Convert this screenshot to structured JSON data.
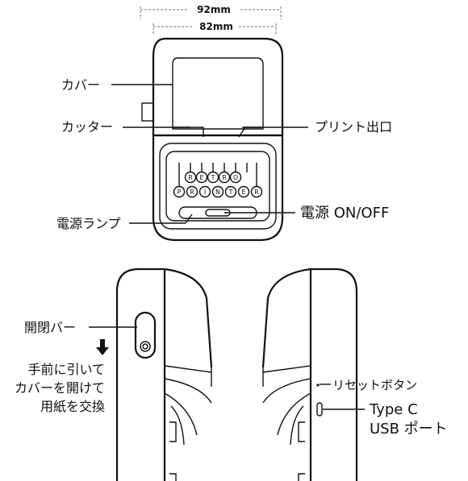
{
  "dimensions": {
    "outer": "92mm",
    "inner": "82mm"
  },
  "labels": {
    "cover": "カバー",
    "cutter": "カッター",
    "print_outlet": "プリント出口",
    "power_lamp": "電源ランプ",
    "power_switch": "電源 ON/OFF",
    "open_bar": "開閉バー",
    "instruction_line1": "手前に引いて",
    "instruction_line2": "カバーを開けて",
    "instruction_line3": "用紙を交換",
    "reset_button": "リセットボタン",
    "type_c_line1": "Type C",
    "type_c_line2": "USB ポート"
  },
  "typewriter_keys": {
    "top": [
      "R",
      "E",
      "T",
      "R",
      "O"
    ],
    "bottom": [
      "P",
      "R",
      "I",
      "N",
      "T",
      "E",
      "R"
    ]
  }
}
